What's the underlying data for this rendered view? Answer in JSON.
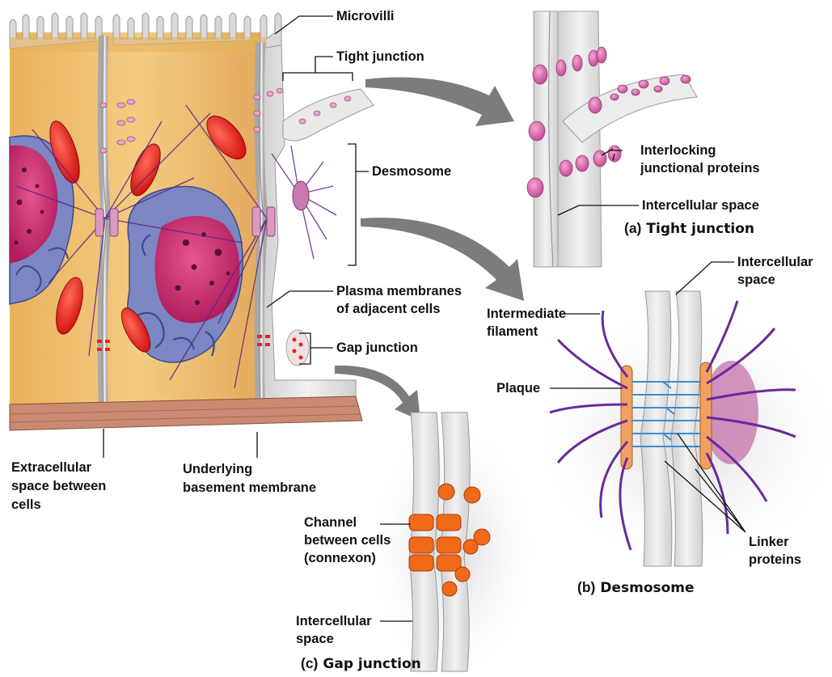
{
  "labels": {
    "microvilli": "Microvilli",
    "tight_junction": "Tight junction",
    "desmosome": "Desmosome",
    "plasma_membranes_1": "Plasma membranes",
    "plasma_membranes_2": "of adjacent cells",
    "gap_junction": "Gap junction",
    "extracellular_1": "Extracellular",
    "extracellular_2": "space between",
    "extracellular_3": "cells",
    "basement_1": "Underlying",
    "basement_2": "basement membrane",
    "interlocking_1": "Interlocking",
    "interlocking_2": "junctional proteins",
    "intercellular_space_a": "Intercellular space",
    "intercellular_space_b_1": "Intercellular",
    "intercellular_space_b_2": "space",
    "intermediate_1": "Intermediate",
    "intermediate_2": "filament",
    "plaque": "Plaque",
    "linker_1": "Linker",
    "linker_2": "proteins",
    "channel_1": "Channel",
    "channel_2": "between cells",
    "channel_3": "(connexon)",
    "intercellular_space_c_1": "Intercellular",
    "intercellular_space_c_2": "space"
  },
  "captions": {
    "a_letter": "(a)",
    "a_title": "Tight junction",
    "b_letter": "(b)",
    "b_title": "Desmosome",
    "c_letter": "(c)",
    "c_title": "Gap junction"
  },
  "colors": {
    "cytoplasm": "#f0c070",
    "membrane": "#d8d8d8",
    "nucleus_blue": "#7c86c2",
    "nucleolus": "#d23a78",
    "mitochondria": "#e82222",
    "filament": "#6a2a9a",
    "plaque": "#f0a060",
    "connexon": "#f06a1a",
    "basement": "#c98a70",
    "arrow": "#7c7c7c"
  }
}
